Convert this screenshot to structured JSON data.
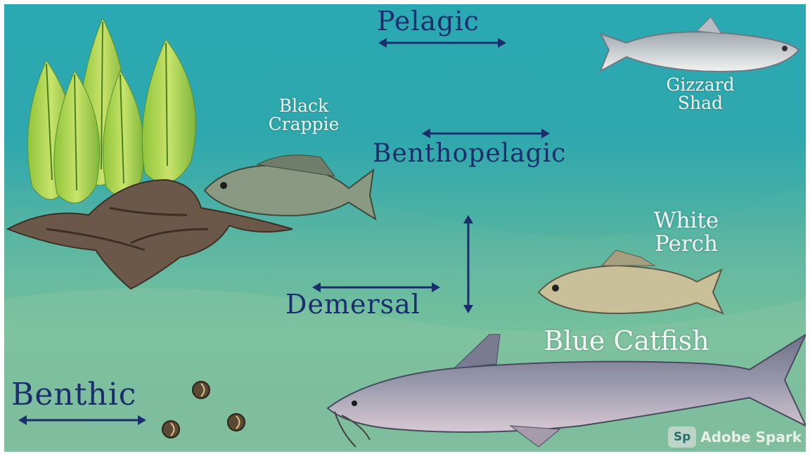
{
  "zones": {
    "pelagic": "Pelagic",
    "benthopelagic": "Benthopelagic",
    "demersal": "Demersal",
    "benthic": "Benthic"
  },
  "fish": {
    "black_crappie": "Black\nCrappie",
    "gizzard_shad": "Gizzard\nShad",
    "white_perch": "White\nPerch",
    "blue_catfish": "Blue Catfish"
  },
  "watermark": {
    "badge": "Sp",
    "text": "Adobe Spark"
  },
  "colors": {
    "label_navy": "#1a2e6e",
    "label_white": "#f4f7f4",
    "water_top": "#2aa9b4",
    "water_floor": "#6bbd9a"
  },
  "icons": [
    "leaf-icon",
    "driftwood-icon",
    "fish-icon",
    "catfish-icon",
    "snail-icon",
    "double-arrow-icon"
  ]
}
